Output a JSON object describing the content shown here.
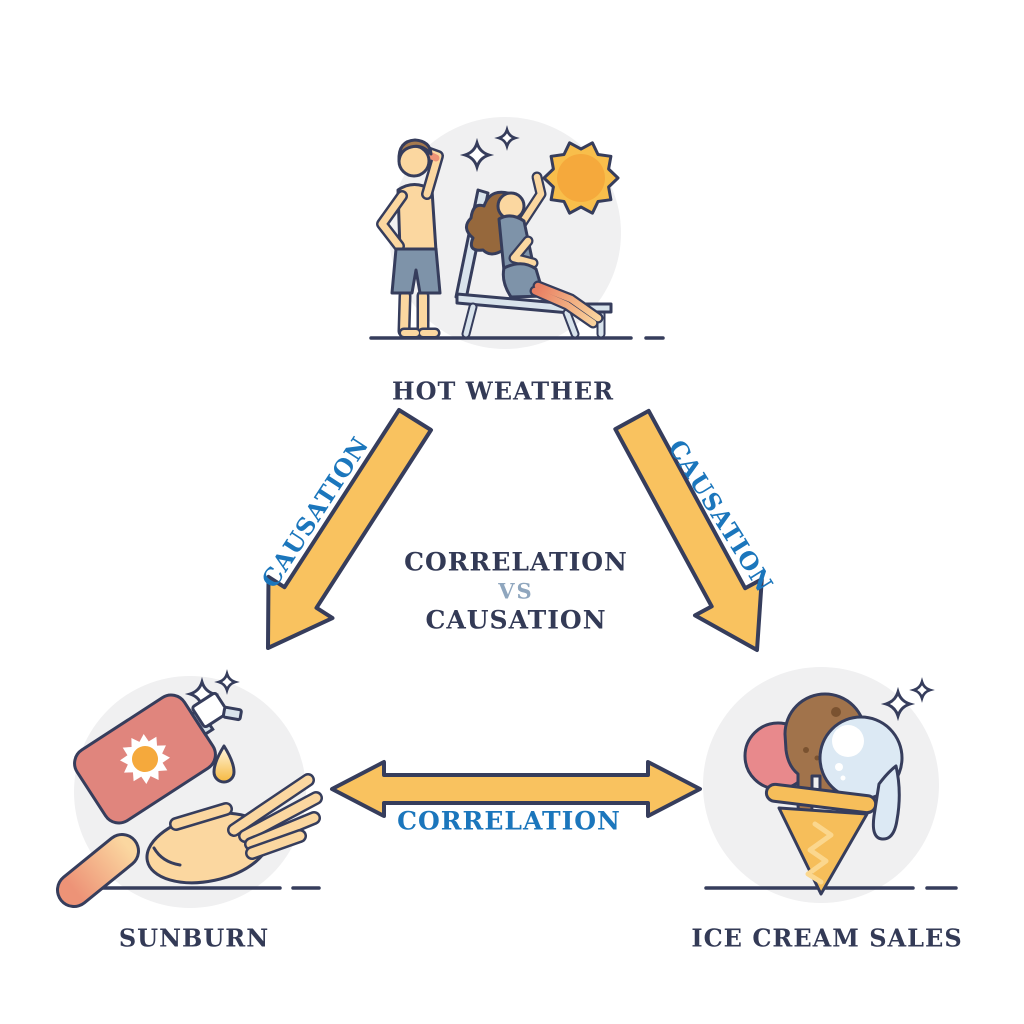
{
  "title": "Correlation vs Causation diagram",
  "center_text": {
    "line1": "CORRELATION",
    "line2": "VS",
    "line3": "CAUSATION"
  },
  "nodes": {
    "hot_weather": {
      "label": "HOT WEATHER"
    },
    "sunburn": {
      "label": "SUNBURN"
    },
    "ice_cream_sales": {
      "label": "ICE CREAM SALES"
    }
  },
  "edges": {
    "causation_left": {
      "label": "CAUSATION",
      "from": "HOT WEATHER",
      "to": "SUNBURN",
      "bidirectional": false
    },
    "causation_right": {
      "label": "CAUSATION",
      "from": "HOT WEATHER",
      "to": "ICE CREAM SALES",
      "bidirectional": false
    },
    "correlation": {
      "label": "CORRELATION",
      "from": "SUNBURN",
      "to": "ICE CREAM SALES",
      "bidirectional": true
    }
  },
  "icons": [
    "sun-icon",
    "sparkle-icon",
    "man-shielding-eyes",
    "woman-on-deck-chair",
    "sunscreen-bottle-icon",
    "lotion-drop-icon",
    "open-hand-icon",
    "ice-cream-cone-icon"
  ],
  "colors": {
    "outline_navy": "#363D5C",
    "text_navy": "#333A56",
    "label_blue": "#1B76BC",
    "vs_gray_blue": "#8FA6BE",
    "arrow_yellow": "#F9C25F",
    "circle_gray": "#F0F0F1",
    "skin": "#FBD7A0",
    "sunburn_red": "#ED9377",
    "garment_blue_gray": "#7E93A9",
    "sun_outer": "#F8BE4B",
    "sun_inner": "#F5A93C",
    "bottle_salmon": "#E0857D",
    "cone_yellow": "#F6BE5A",
    "chocolate": "#A1734B",
    "pink_scoop": "#E8898C",
    "blue_scoop": "#DCE9F4",
    "chair_light": "#D8E3EC"
  }
}
